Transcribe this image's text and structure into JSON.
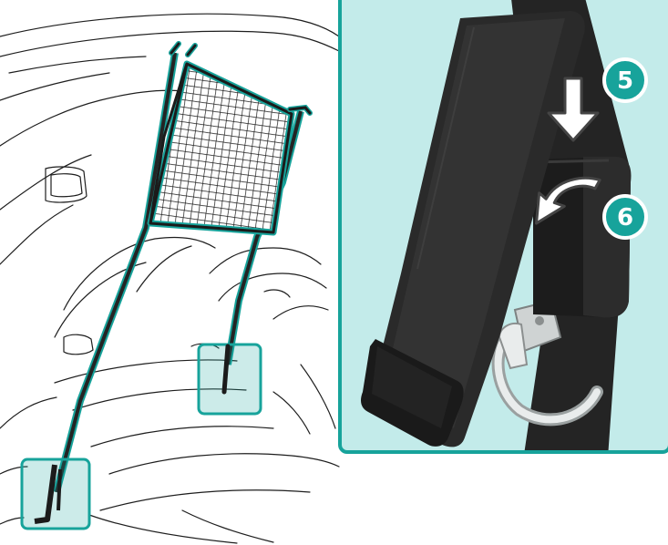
{
  "colors": {
    "accent": "#17a39b",
    "accent_dark": "#0f5f5a",
    "inset_bg": "#c3ebea",
    "strap": "#242424",
    "net": "#1b1b1b",
    "line_art": "#1e1e1e"
  },
  "callouts": [
    {
      "number": "5",
      "meaning": "push-down"
    },
    {
      "number": "6",
      "meaning": "rotate"
    }
  ],
  "icons": [
    "arrow-down-icon",
    "curved-arrow-icon"
  ]
}
